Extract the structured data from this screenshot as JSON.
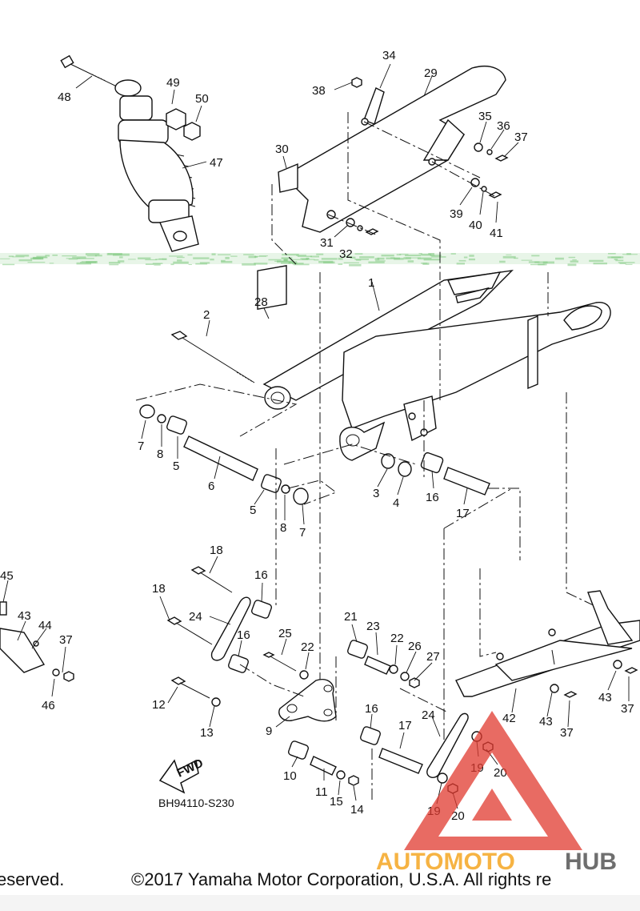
{
  "diagram": {
    "callouts": [
      {
        "num": "48"
      },
      {
        "num": "49"
      },
      {
        "num": "50"
      },
      {
        "num": "47"
      },
      {
        "num": "34"
      },
      {
        "num": "29"
      },
      {
        "num": "38"
      },
      {
        "num": "30"
      },
      {
        "num": "35"
      },
      {
        "num": "36"
      },
      {
        "num": "37"
      },
      {
        "num": "39"
      },
      {
        "num": "40"
      },
      {
        "num": "41"
      },
      {
        "num": "31"
      },
      {
        "num": "32"
      },
      {
        "num": "1"
      },
      {
        "num": "28"
      },
      {
        "num": "2"
      },
      {
        "num": "7"
      },
      {
        "num": "8"
      },
      {
        "num": "5"
      },
      {
        "num": "6"
      },
      {
        "num": "5"
      },
      {
        "num": "8"
      },
      {
        "num": "7"
      },
      {
        "num": "3"
      },
      {
        "num": "4"
      },
      {
        "num": "16"
      },
      {
        "num": "17"
      },
      {
        "num": "18"
      },
      {
        "num": "16"
      },
      {
        "num": "18"
      },
      {
        "num": "24"
      },
      {
        "num": "16"
      },
      {
        "num": "25"
      },
      {
        "num": "22"
      },
      {
        "num": "21"
      },
      {
        "num": "23"
      },
      {
        "num": "22"
      },
      {
        "num": "26"
      },
      {
        "num": "27"
      },
      {
        "num": "12"
      },
      {
        "num": "13"
      },
      {
        "num": "9"
      },
      {
        "num": "16"
      },
      {
        "num": "17"
      },
      {
        "num": "24"
      },
      {
        "num": "19"
      },
      {
        "num": "20"
      },
      {
        "num": "19"
      },
      {
        "num": "20"
      },
      {
        "num": "10"
      },
      {
        "num": "11"
      },
      {
        "num": "15"
      },
      {
        "num": "14"
      },
      {
        "num": "45"
      },
      {
        "num": "43"
      },
      {
        "num": "44"
      },
      {
        "num": "37"
      },
      {
        "num": "46"
      },
      {
        "num": "42"
      },
      {
        "num": "43"
      },
      {
        "num": "37"
      },
      {
        "num": "43"
      },
      {
        "num": "37"
      }
    ],
    "fwd_label": "FWD",
    "diagram_code": "BH94110-S230",
    "copyright_left": "eserved.",
    "copyright_right": "©2017 Yamaha Motor Corporation, U.S.A. All rights re",
    "watermark": {
      "part1": "AUTOMOTO",
      "part2": "HUB"
    },
    "colors": {
      "watermark_orange": "#f5a623",
      "watermark_red": "#e03a2f",
      "watermark_gray": "#555555",
      "scan_band": "#7fc97f"
    }
  }
}
